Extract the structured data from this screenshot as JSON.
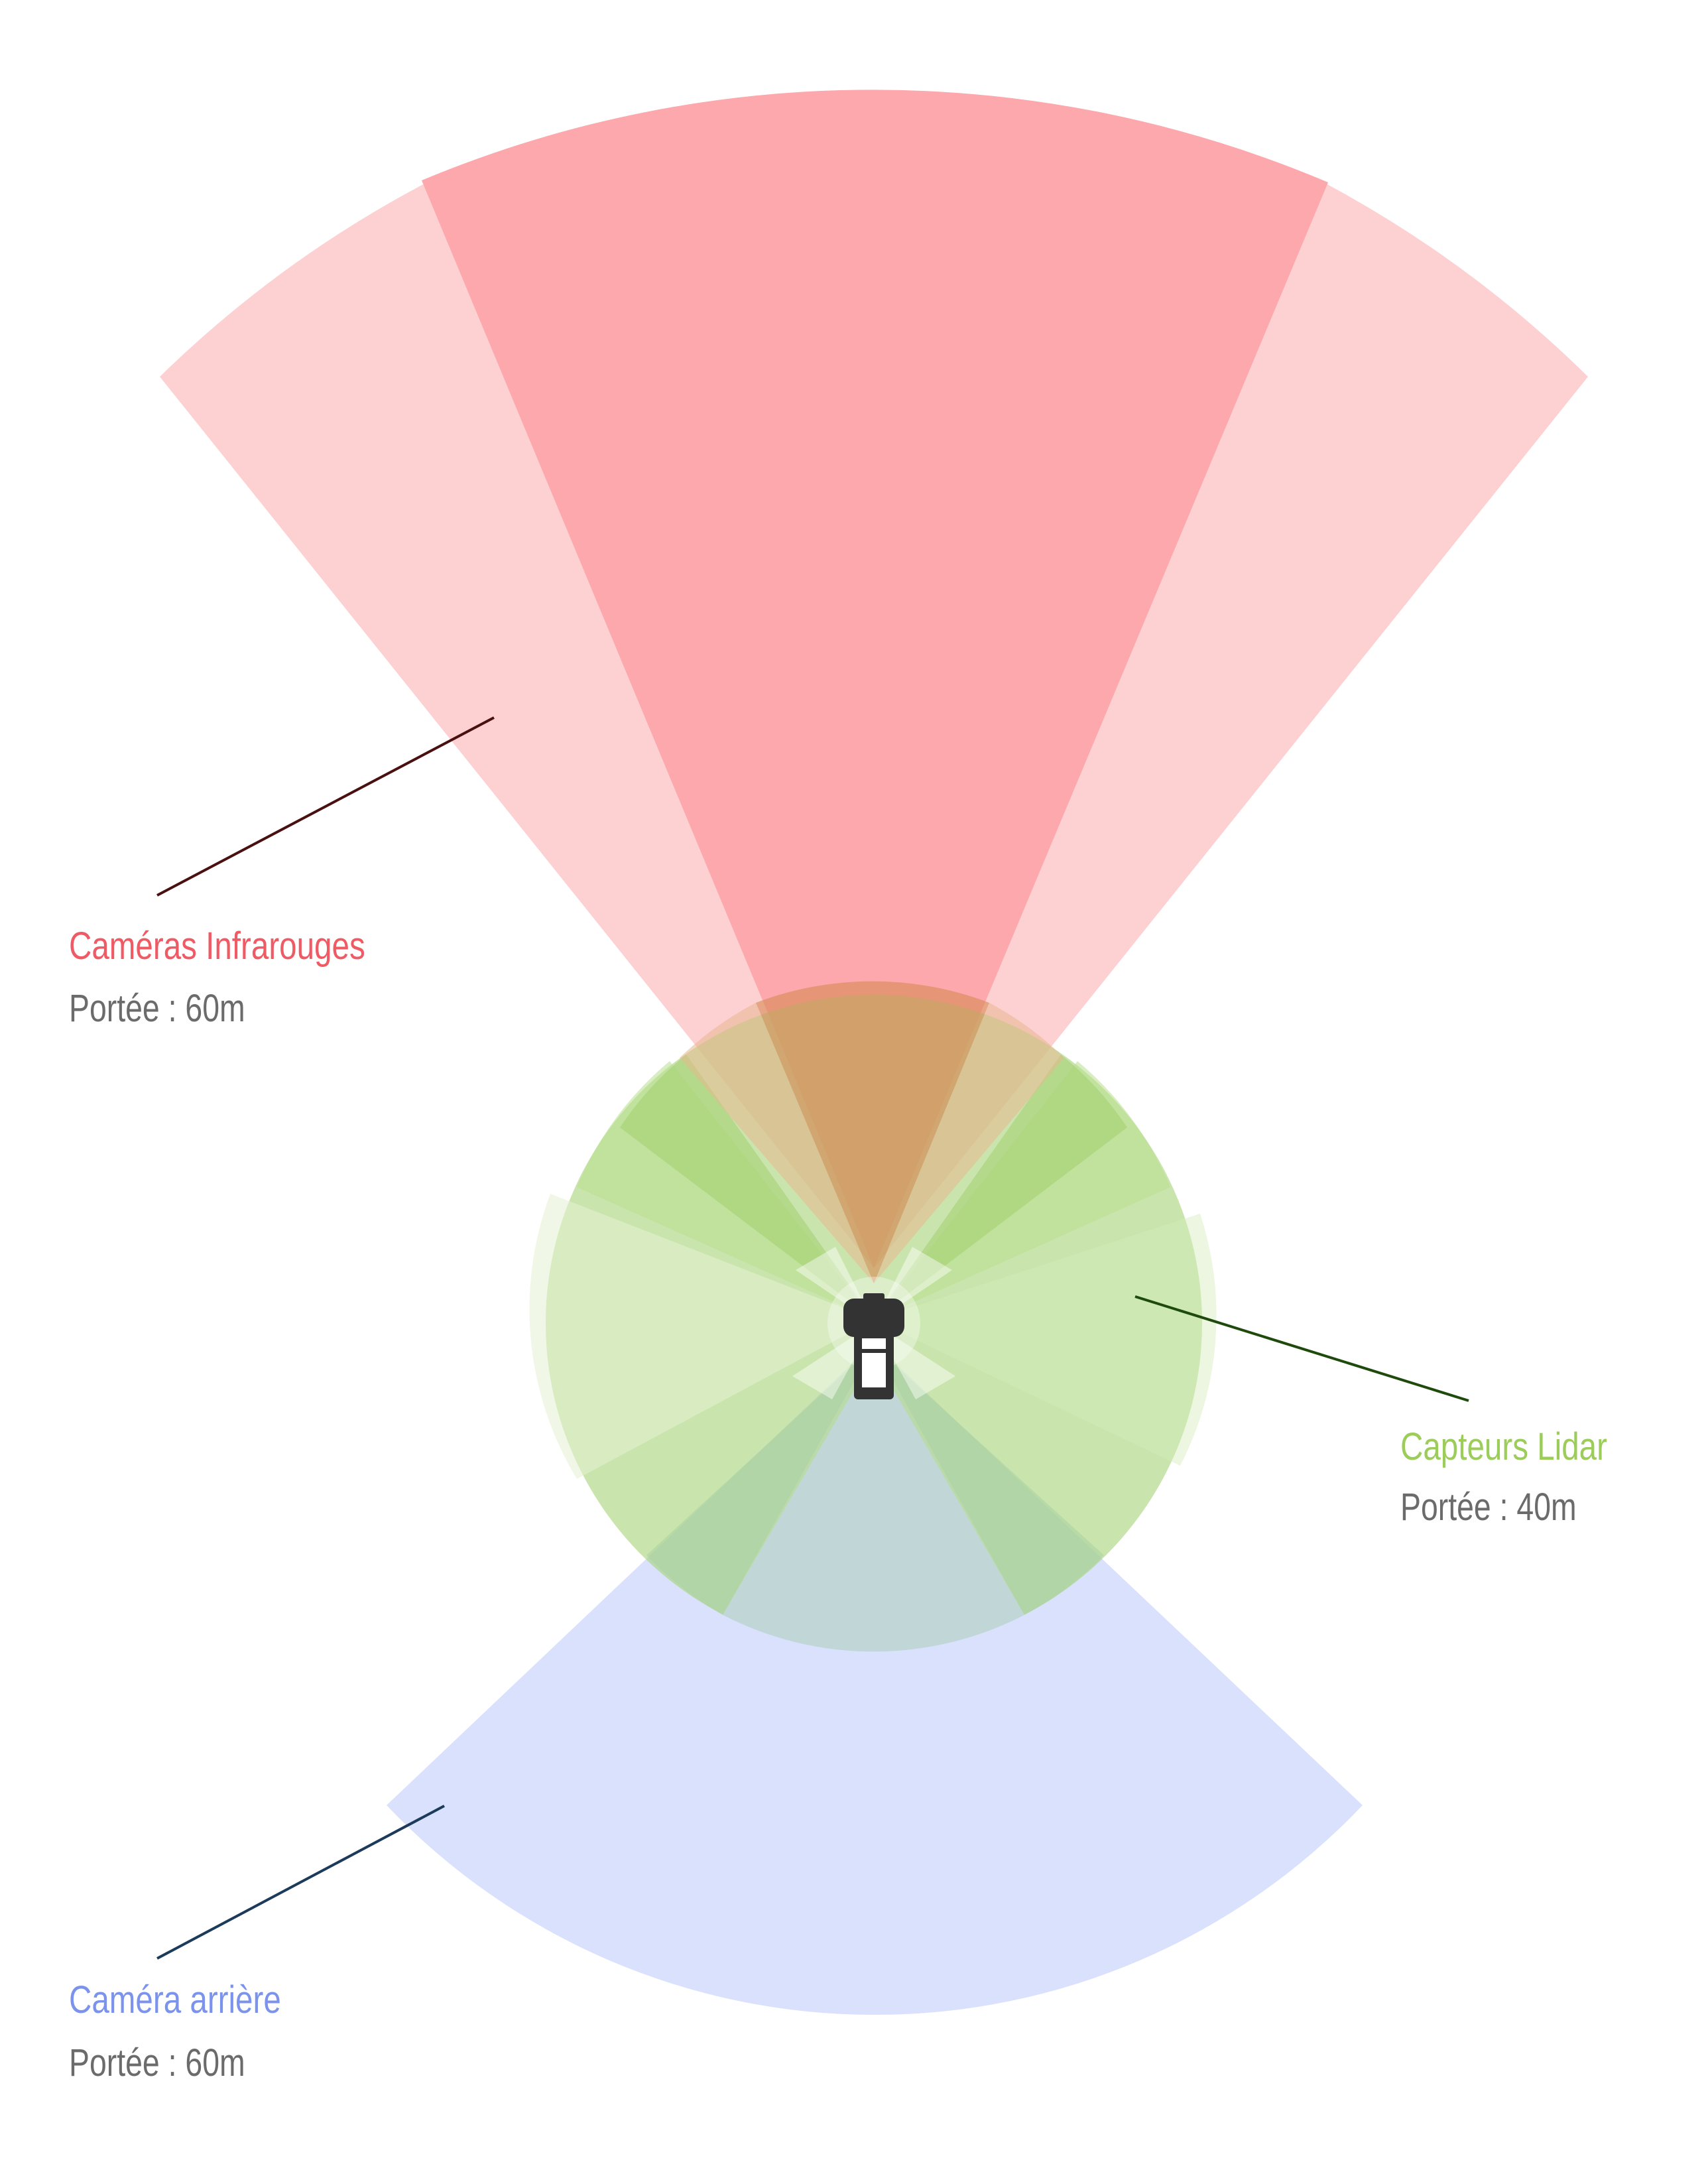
{
  "infrared": {
    "title": "Caméras Infrarouges",
    "range": "Portée : 60m",
    "color": "#ef5b65",
    "fill_main": "#fca8ad",
    "fill_side": "#fdd0d2",
    "leader_color": "#4a1010"
  },
  "lidar": {
    "title": "Capteurs Lidar",
    "range": "Portée : 40m",
    "color": "#9ccc5a",
    "fill": "#b6dc8c",
    "leader_color": "#1e4a0c"
  },
  "rear_camera": {
    "title": "Caméra arrière",
    "range": "Portée : 60m",
    "color": "#7b93ec",
    "fill": "#d9e1fd",
    "leader_color": "#1c3a5a"
  },
  "vehicle": {
    "icon": "car-icon",
    "color": "#333333"
  }
}
